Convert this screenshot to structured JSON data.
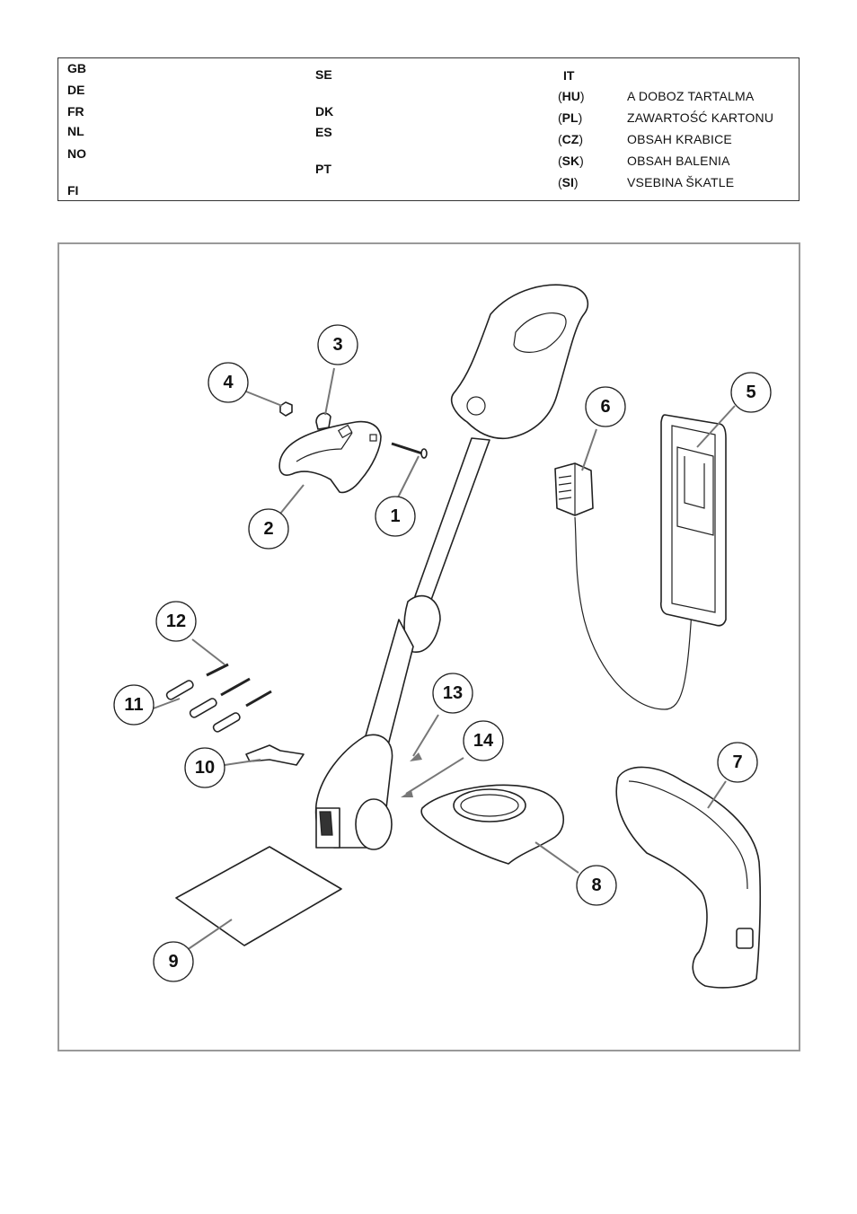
{
  "languages": {
    "col1": [
      "GB",
      "DE",
      "FR",
      "NL",
      "NO",
      "FI"
    ],
    "col2": [
      "SE",
      "DK",
      "ES",
      "PT"
    ],
    "col3_code": "IT",
    "rows": [
      {
        "code": "HU",
        "text": "A DOBOZ TARTALMA"
      },
      {
        "code": "PL",
        "text": "ZAWARTOŚĆ KARTONU"
      },
      {
        "code": "CZ",
        "text": "OBSAH KRABICE"
      },
      {
        "code": "SK",
        "text": "OBSAH BALENIA"
      },
      {
        "code": "SI",
        "text": "VSEBINA ŠKATLE"
      }
    ]
  },
  "callouts": {
    "c1": "1",
    "c2": "2",
    "c3": "3",
    "c4": "4",
    "c5": "5",
    "c6": "6",
    "c7": "7",
    "c8": "8",
    "c9": "9",
    "c10": "10",
    "c11": "11",
    "c12": "12",
    "c13": "13",
    "c14": "14"
  },
  "colors": {
    "border": "#333333",
    "figure_border": "#999999",
    "leader": "#777777"
  }
}
